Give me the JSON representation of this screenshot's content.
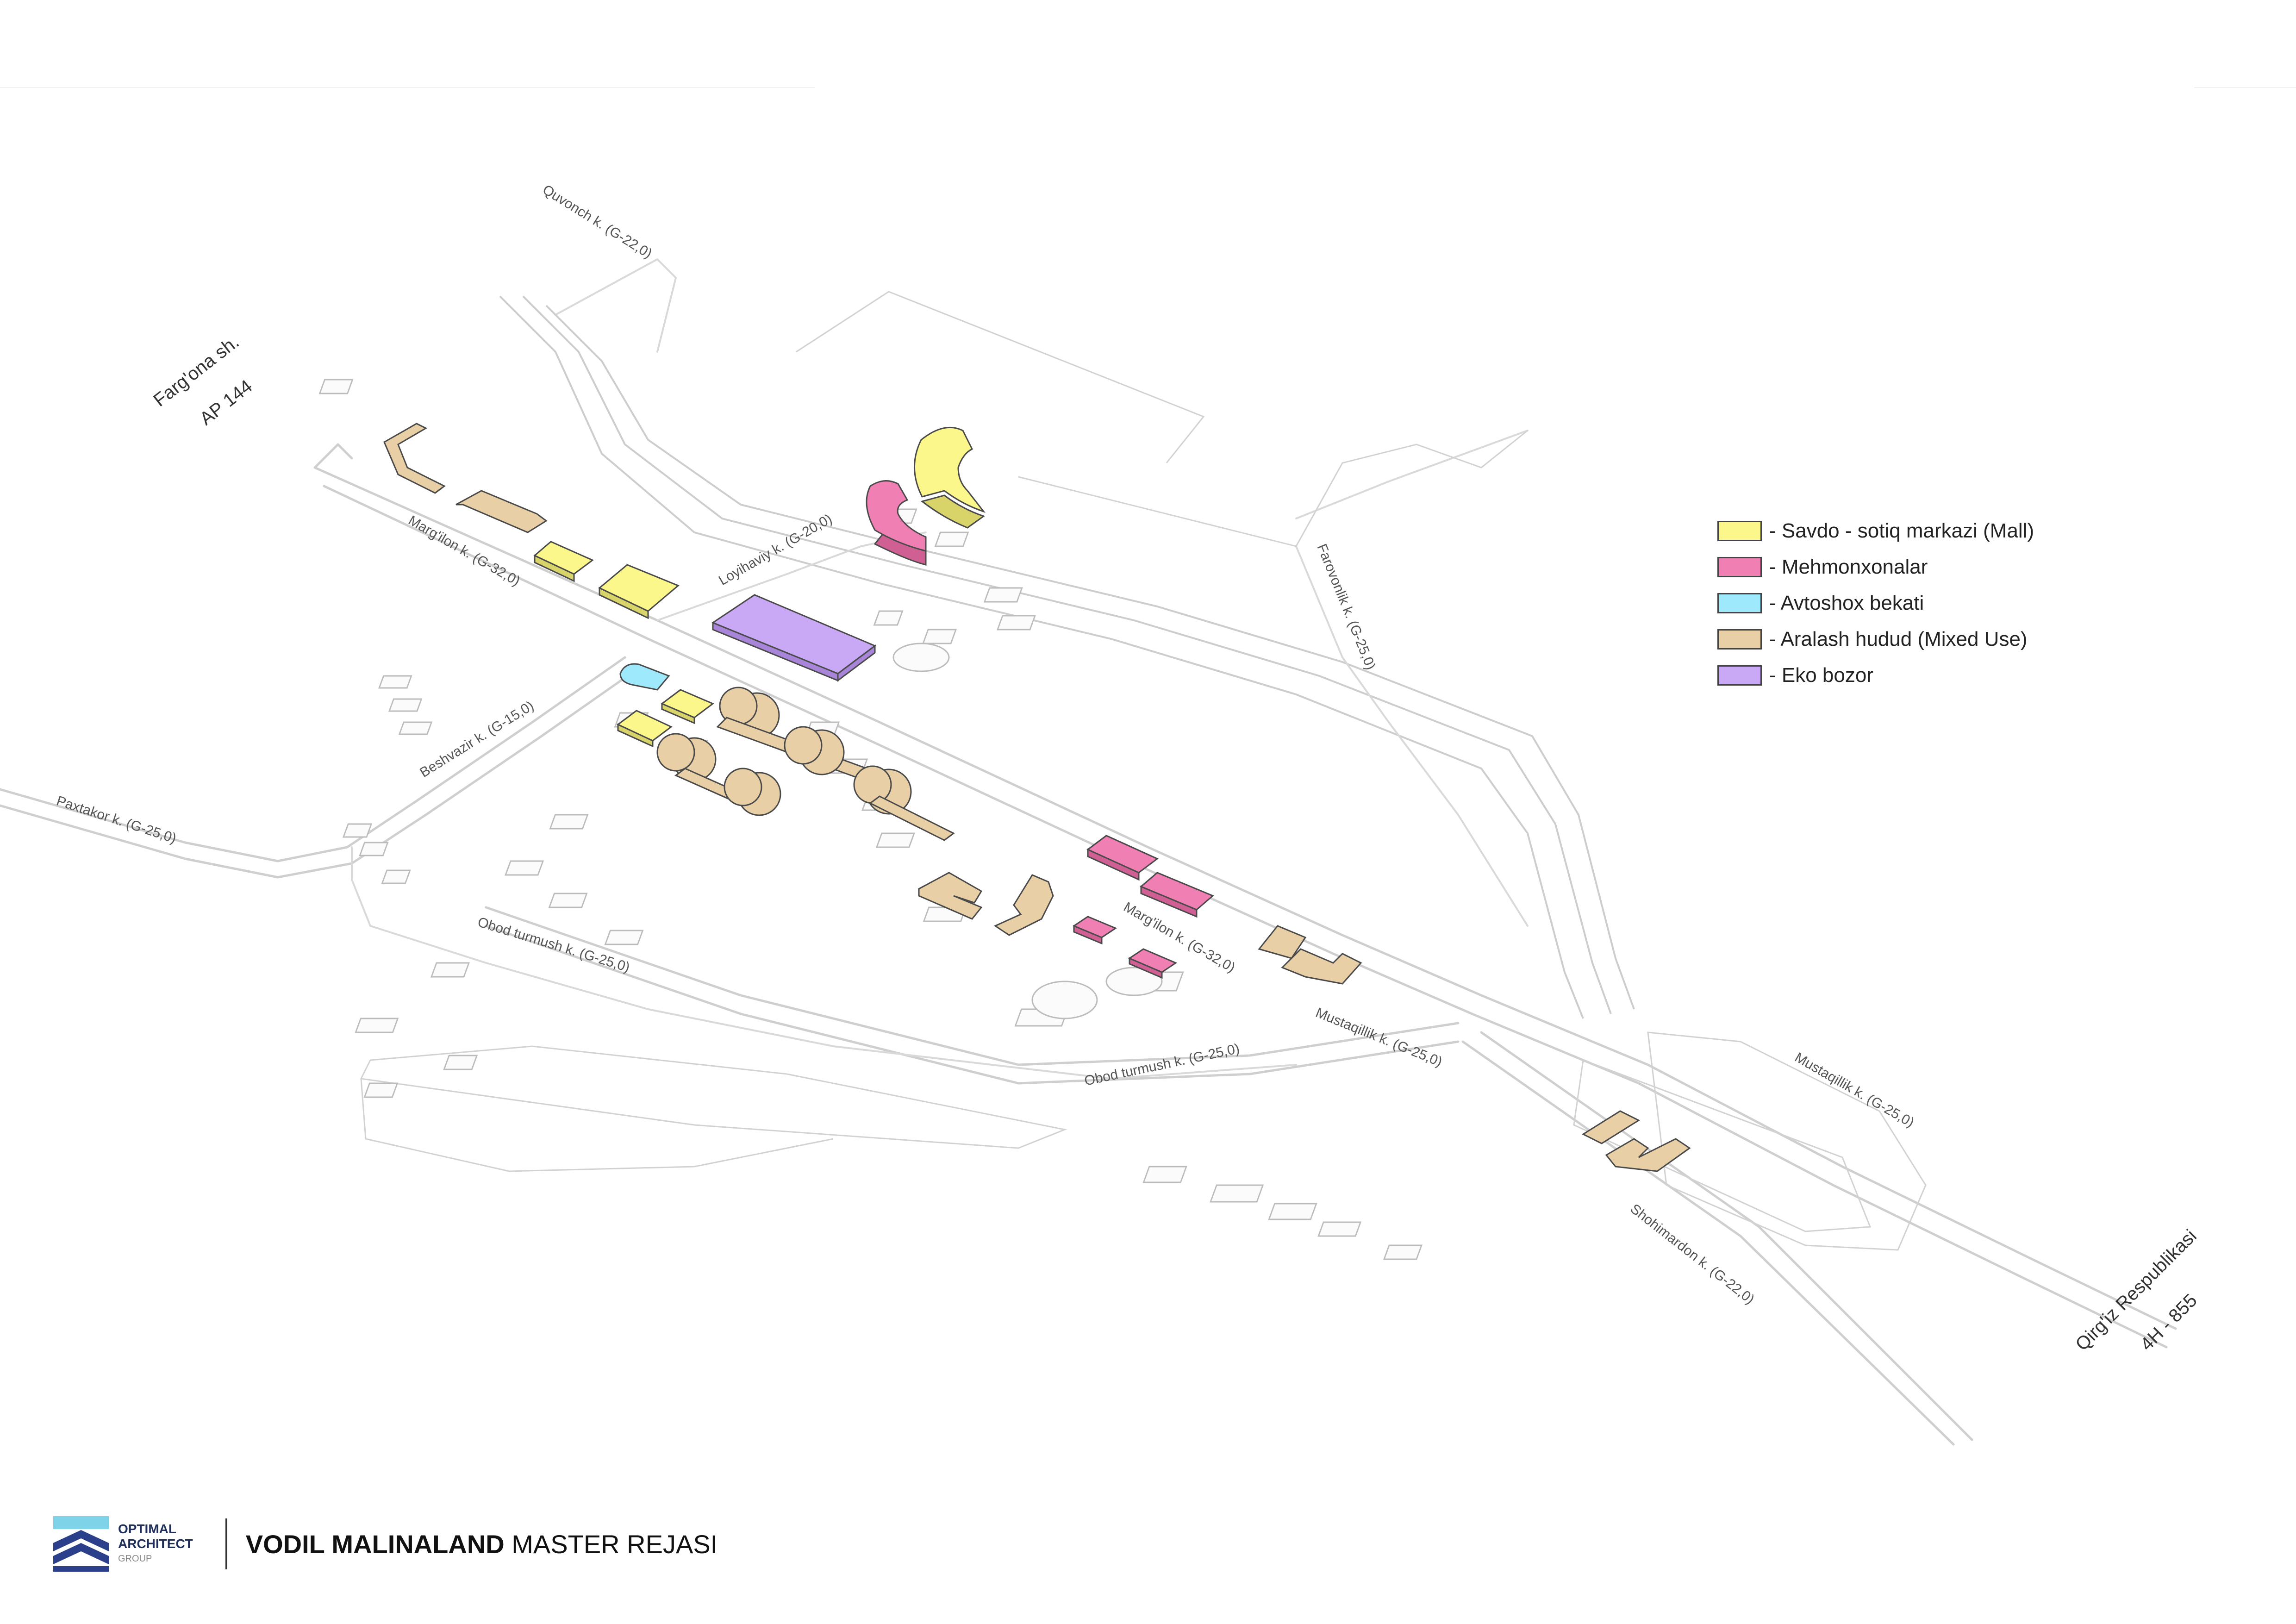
{
  "title": {
    "bold": "VODIL MALINALAND",
    "normal": "MASTER REJASI"
  },
  "logo": {
    "line1": "OPTIMAL",
    "line2": "ARCHITECT",
    "line3": "GROUP",
    "icon": "chevron-stack-logo"
  },
  "colors": {
    "mall": "#fbf78a",
    "hotel": "#f07fb3",
    "bus_station": "#9ee9fb",
    "mixed_use": "#e8cfa6",
    "eco_market": "#c9a9f5"
  },
  "legend": [
    {
      "label": "- Savdo - sotiq markazi (Mall)",
      "color": "#fbf78a"
    },
    {
      "label": "- Mehmonxonalar",
      "color": "#f07fb3"
    },
    {
      "label": "- Avtoshox bekati",
      "color": "#9ee9fb"
    },
    {
      "label": "- Aralash hudud (Mixed Use)",
      "color": "#e8cfa6"
    },
    {
      "label": "- Eko bozor",
      "color": "#c9a9f5"
    }
  ],
  "places": {
    "fargona": "Farg'ona sh.",
    "fargona_road": "AP 144",
    "kyrgyz": "Qirg'iz Respublikasi",
    "kyrgyz_road": "4H - 855"
  },
  "streets": {
    "quvonch": "Quvonch k. (G-22,0)",
    "margilon_1": "Marg'ilon k. (G-32,0)",
    "loyihaviy": "Loyihaviy k. (G-20,0)",
    "farovonlik": "Farovonlik k. (G-25,0)",
    "beshvazir": "Beshvazir k. (G-15,0)",
    "paxtakor": "Paxtakor k. (G-25,0)",
    "obod_1": "Obod turmush k. (G-25,0)",
    "margilon_2": "Marg'ilon k. (G-32,0)",
    "mustaqillik_1": "Mustaqillik k. (G-25,0)",
    "obod_2": "Obod turmush k. (G-25,0)",
    "mustaqillik_2": "Mustaqillik k. (G-25,0)",
    "shohimardon": "Shohimardon k. (G-22,0)"
  }
}
